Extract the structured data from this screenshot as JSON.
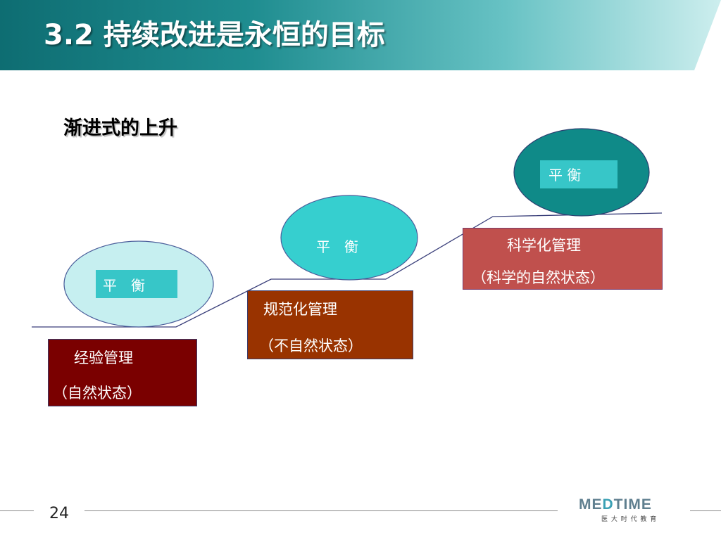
{
  "header": {
    "section_number": "3.2",
    "title": "持续改进是永恒的目标",
    "colors": {
      "dark": "#0e6d72",
      "light": "#cdeeee"
    }
  },
  "subtitle": "渐进式的上升",
  "diagram": {
    "stage1": {
      "balance_label": "平　衡",
      "box_line1": "经验管理",
      "box_line2": "（自然状态）",
      "ellipse_color": "#c6eff0",
      "box_color": "#7a0000"
    },
    "stage2": {
      "balance_label": "平　衡",
      "box_line1": "规范化管理",
      "box_line2": "（不自然状态）",
      "ellipse_color": "#36cfcf",
      "box_color": "#993300"
    },
    "stage3": {
      "balance_label": "平  衡",
      "box_line1": "科学化管理",
      "box_line2": "（科学的自然状态）",
      "ellipse_color": "#0f8a88",
      "box_color": "#c0504d"
    },
    "label_bg_color": "#37c6c8",
    "line_color": "#3a3f7a"
  },
  "footer": {
    "page_number": "24",
    "logo_text_a": "ME",
    "logo_text_accent": "D",
    "logo_text_b": "TIME",
    "logo_tagline": "医 大 时 代 教 育"
  }
}
